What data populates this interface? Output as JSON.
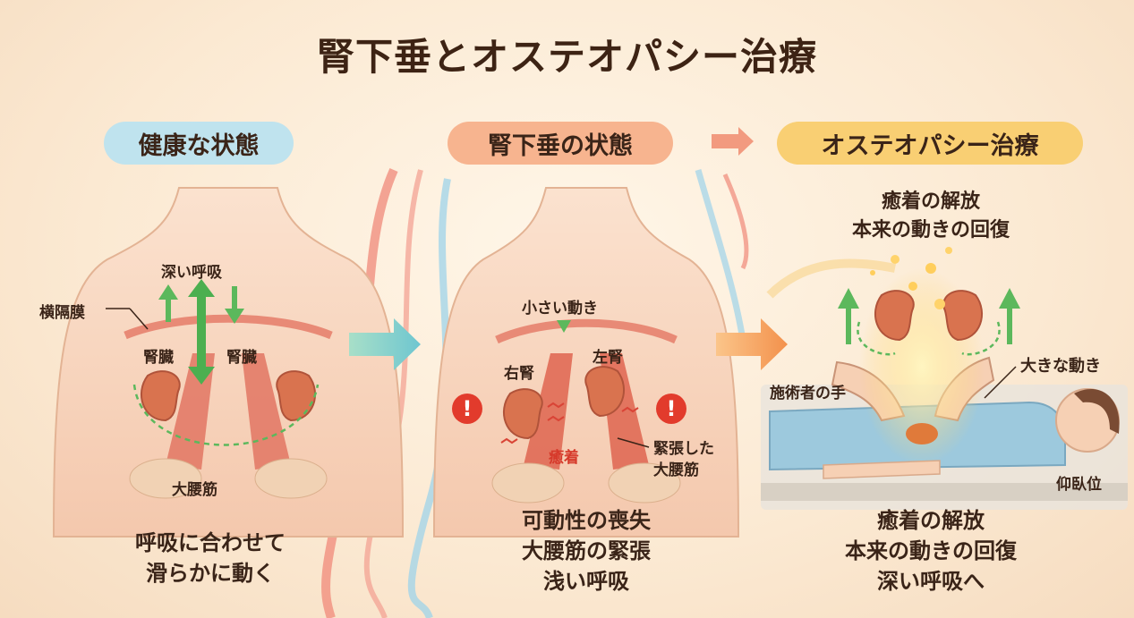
{
  "title": "腎下垂とオステオパシー治療",
  "panels": {
    "healthy": {
      "header": "健康な状態",
      "labels": {
        "deep_breath": "深い呼吸",
        "diaphragm": "横隔膜",
        "kidney_left": "腎臓",
        "kidney_right": "腎臓",
        "psoas": "大腰筋"
      },
      "caption": [
        "呼吸に合わせて",
        "滑らかに動く"
      ]
    },
    "ptosis": {
      "header": "腎下垂の状態",
      "labels": {
        "small_move": "小さい動き",
        "right_kidney": "右腎",
        "left_kidney": "左腎",
        "adhesion": "癒着",
        "tense_psoas": [
          "緊張した",
          "大腰筋"
        ]
      },
      "alert_symbol": "!",
      "caption": [
        "可動性の喪失",
        "大腰筋の緊張",
        "浅い呼吸"
      ]
    },
    "treatment": {
      "header": "オステオパシー治療",
      "top_text": [
        "癒着の解放",
        "本来の動きの回復"
      ],
      "labels": {
        "practitioner_hands": "施術者の手",
        "big_move": "大きな動き",
        "supine": "仰臥位"
      },
      "caption": [
        "癒着の解放",
        "本来の動きの回復",
        "深い呼吸へ"
      ]
    }
  },
  "colors": {
    "healthy_pill": "#bfe3ee",
    "ptosis_pill": "#f7b48f",
    "treatment_pill": "#f9cf73",
    "arrow_green": "#5cb85c",
    "arrow_orange": "#f29a55",
    "arrow_teal": "#6fc6c9",
    "skin": "#f8d6bf",
    "kidney": "#d9734f",
    "muscle": "#e06a55"
  }
}
